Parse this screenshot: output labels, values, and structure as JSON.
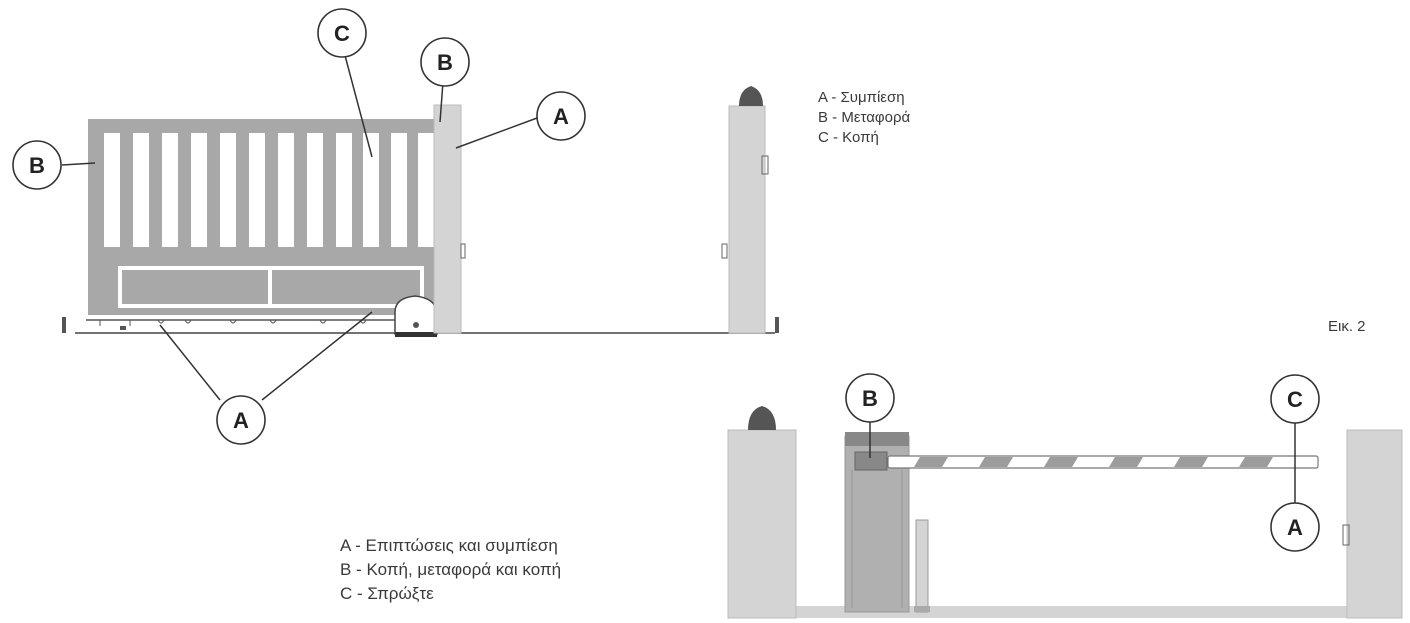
{
  "legend_top": [
    {
      "text": "A - Συμπίεση"
    },
    {
      "text": "B - Μεταφορά"
    },
    {
      "text": "C - Κοπή"
    }
  ],
  "legend_bottom": [
    {
      "text": "A -  Επιπτώσεις και συμπίεση"
    },
    {
      "text": "B -  Κοπή, μεταφορά και κοπή"
    },
    {
      "text": "C -  Σπρώξτε"
    }
  ],
  "figure_label": "Εικ. 2",
  "callouts": {
    "gate_c": "C",
    "gate_b_post": "B",
    "gate_a_post": "A",
    "gate_b_left": "B",
    "gate_a_bottom": "A",
    "barrier_b": "B",
    "barrier_c": "C",
    "barrier_a": "A"
  },
  "colors": {
    "gate_fill": "#a8a8a8",
    "post_fill": "#d4d4d4",
    "line": "#333333",
    "stripe": "#9c9c9c",
    "motor_head": "#888888"
  }
}
